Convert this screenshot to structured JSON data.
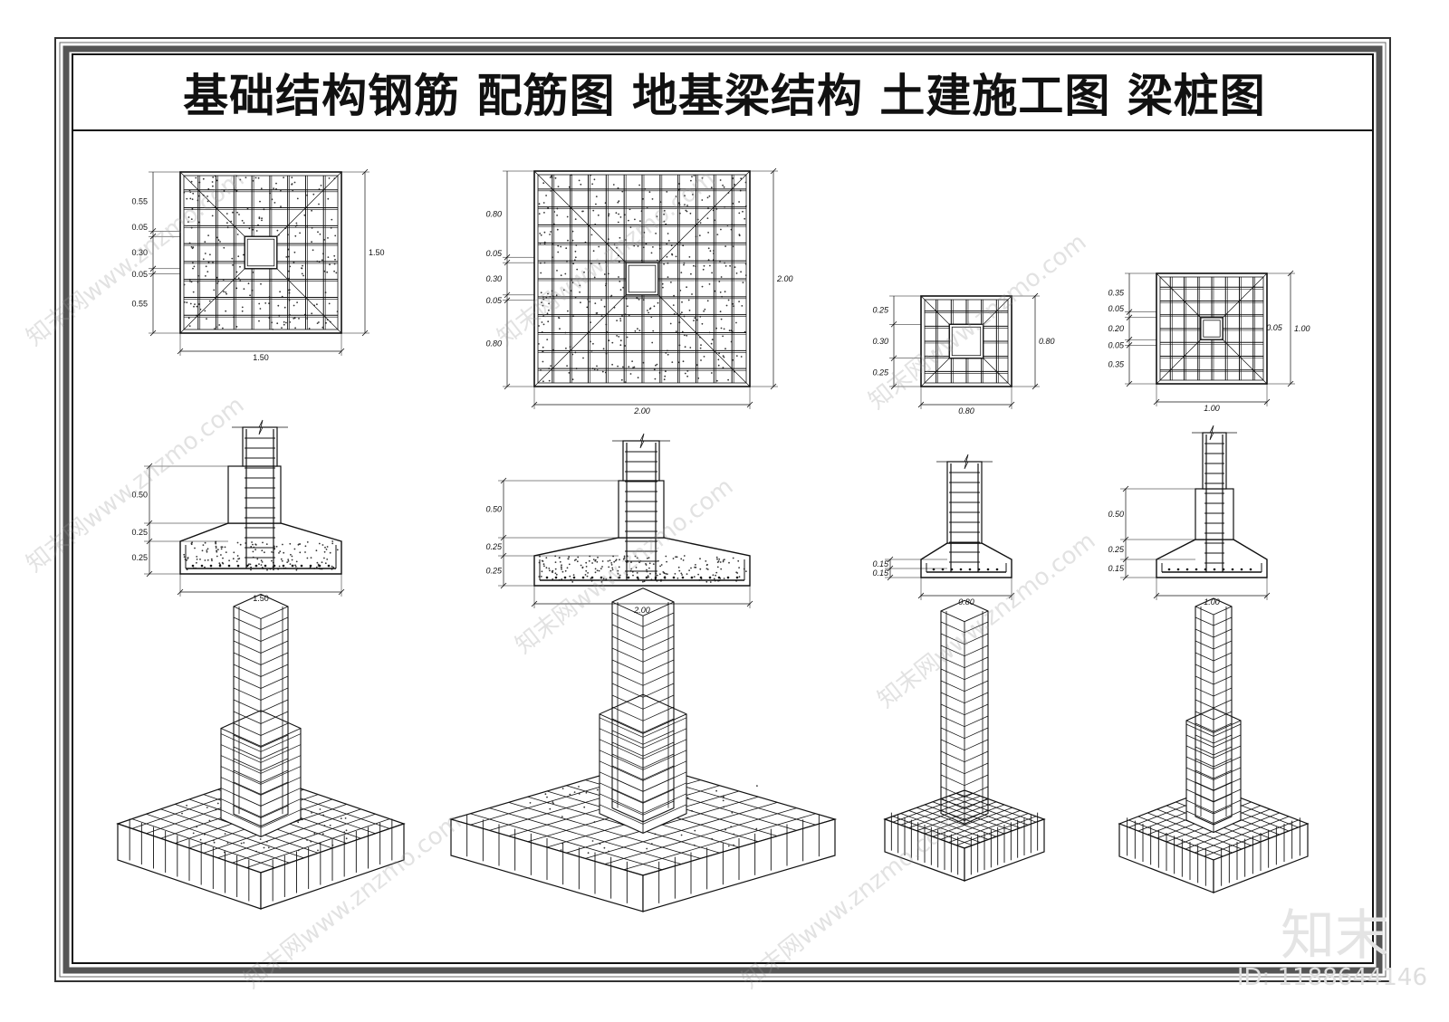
{
  "title": "基础结构钢筋  配筋图  地基梁结构  土建施工图  梁桩图",
  "watermark": {
    "text": "知末网www.znzmo.com",
    "brand": "知末",
    "image_id": "ID: 1188644146"
  },
  "plans": [
    {
      "side_dims": [
        "0.55",
        "0.05",
        "0.30",
        "0.05",
        "0.55"
      ],
      "total": "1.50",
      "bottom": "1.50"
    },
    {
      "side_dims": [
        "0.80",
        "0.05",
        "0.30",
        "0.05",
        "0.80"
      ],
      "total": "2.00",
      "bottom": "2.00"
    },
    {
      "side_dims": [
        "0.25",
        "0.30",
        "0.25"
      ],
      "total": "0.80",
      "bottom": "0.80"
    },
    {
      "side_dims": [
        "0.35",
        "0.05",
        "0.20",
        "0.05",
        "0.35"
      ],
      "total": "1.00",
      "bottom": "1.00",
      "inner": "0.05"
    }
  ],
  "sections": [
    {
      "dims": [
        "0.50",
        "0.25",
        "0.25"
      ],
      "bottom": "1.50"
    },
    {
      "dims": [
        "0.50",
        "0.25",
        "0.25"
      ],
      "bottom": "2.00"
    },
    {
      "dims": [
        "0.15",
        "0.15"
      ],
      "bottom": "0.80"
    },
    {
      "dims": [
        "0.50",
        "0.25",
        "0.15"
      ],
      "bottom": "1.00"
    }
  ]
}
